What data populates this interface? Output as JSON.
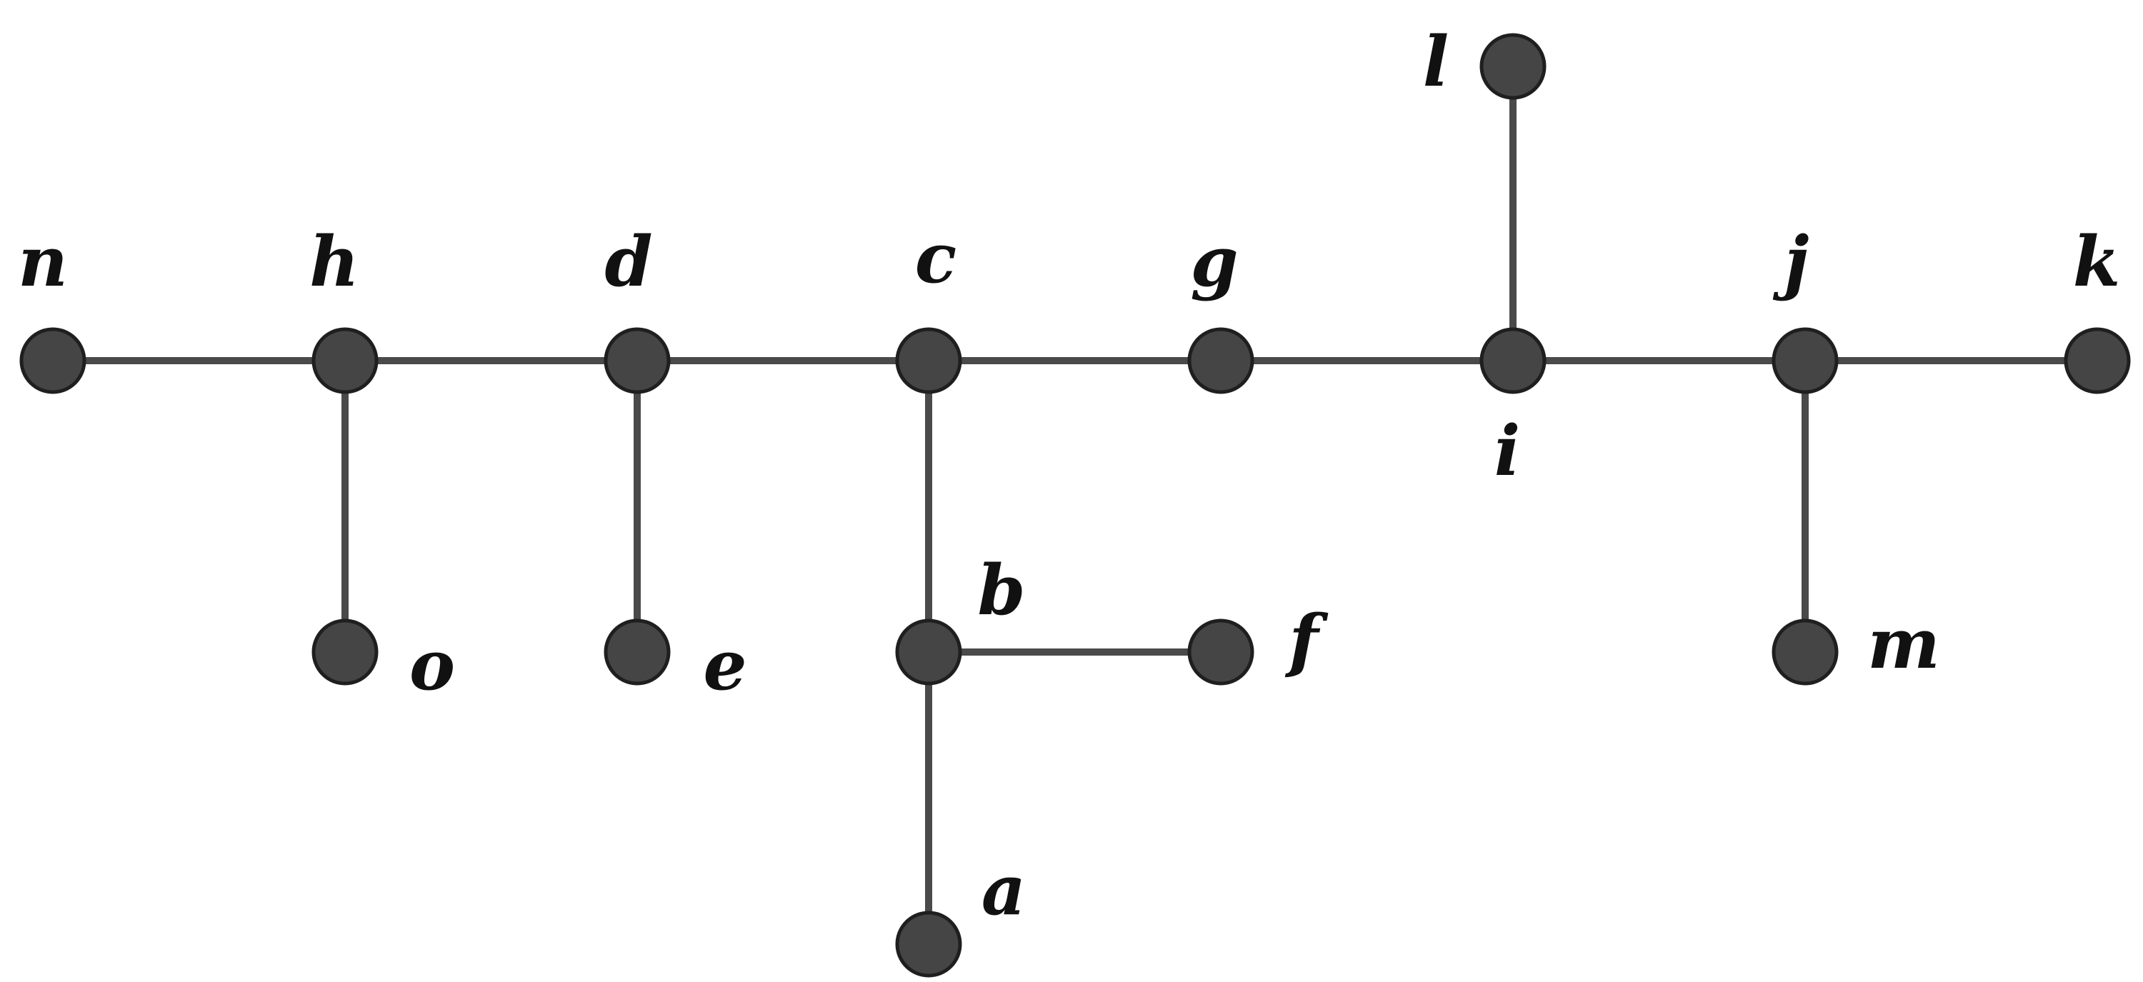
{
  "graph": {
    "node_color": "#454545",
    "edge_color": "#4a4a4a",
    "label_color": "#111111",
    "nodes": [
      {
        "id": "a",
        "label": "a"
      },
      {
        "id": "b",
        "label": "b"
      },
      {
        "id": "c",
        "label": "c"
      },
      {
        "id": "d",
        "label": "d"
      },
      {
        "id": "e",
        "label": "e"
      },
      {
        "id": "f",
        "label": "f"
      },
      {
        "id": "g",
        "label": "g"
      },
      {
        "id": "h",
        "label": "h"
      },
      {
        "id": "i",
        "label": "i"
      },
      {
        "id": "j",
        "label": "j"
      },
      {
        "id": "k",
        "label": "k"
      },
      {
        "id": "l",
        "label": "l"
      },
      {
        "id": "m",
        "label": "m"
      },
      {
        "id": "n",
        "label": "n"
      },
      {
        "id": "o",
        "label": "o"
      }
    ],
    "edges": [
      [
        "n",
        "h"
      ],
      [
        "h",
        "d"
      ],
      [
        "d",
        "c"
      ],
      [
        "c",
        "g"
      ],
      [
        "g",
        "i"
      ],
      [
        "i",
        "j"
      ],
      [
        "j",
        "k"
      ],
      [
        "h",
        "o"
      ],
      [
        "d",
        "e"
      ],
      [
        "c",
        "b"
      ],
      [
        "b",
        "f"
      ],
      [
        "b",
        "a"
      ],
      [
        "i",
        "l"
      ],
      [
        "j",
        "m"
      ]
    ]
  }
}
